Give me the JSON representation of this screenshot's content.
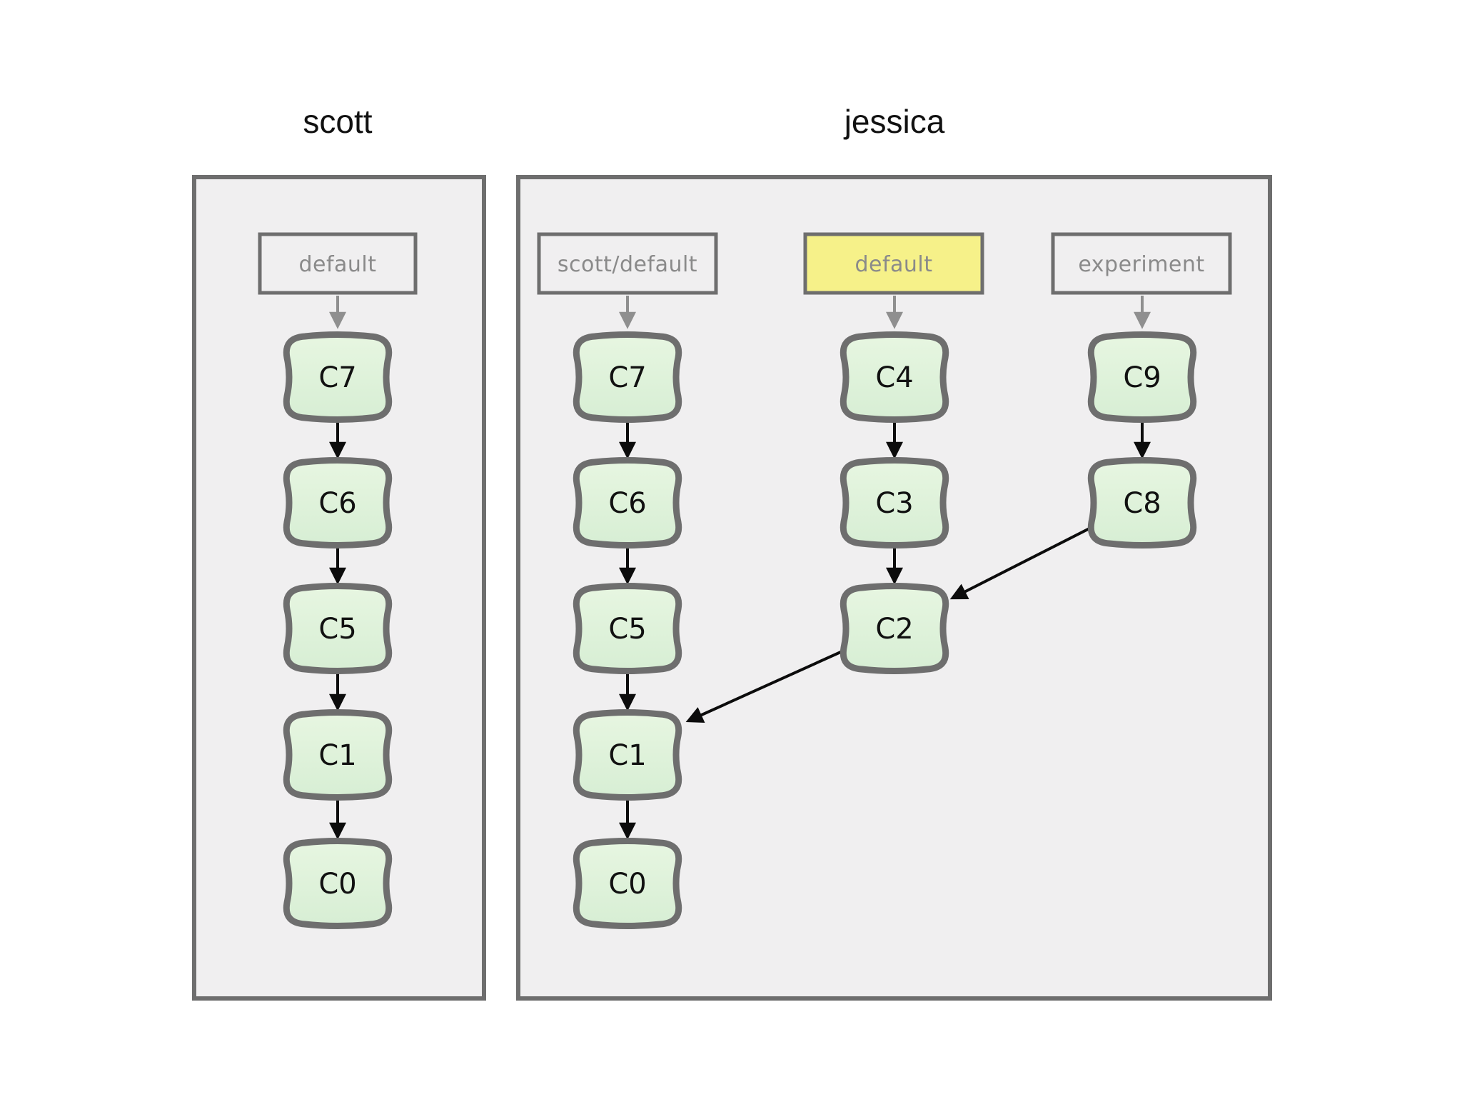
{
  "diagram": {
    "left_repo": {
      "title": "scott",
      "branch_labels": [
        "default"
      ],
      "commits": [
        "C7",
        "C6",
        "C5",
        "C1",
        "C0"
      ]
    },
    "right_repo": {
      "title": "jessica",
      "columns": [
        {
          "branch_label": "scott/default",
          "highlighted": false,
          "commits": [
            "C7",
            "C6",
            "C5",
            "C1",
            "C0"
          ]
        },
        {
          "branch_label": "default",
          "highlighted": true,
          "commits": [
            "C4",
            "C3",
            "C2"
          ]
        },
        {
          "branch_label": "experiment",
          "highlighted": false,
          "commits": [
            "C9",
            "C8"
          ]
        }
      ],
      "cross_edges": [
        {
          "from": "C8",
          "to": "C2"
        },
        {
          "from": "C2",
          "to": "C1"
        }
      ]
    },
    "colors": {
      "background": "#ffffff",
      "repo_box_fill": "#f0eff0",
      "repo_box_border": "#6e6e6e",
      "branch_box_fill": "#f0eff0",
      "branch_highlight_fill": "#f6f189",
      "branch_text": "#8a8a8a",
      "commit_fill": "#def2dc",
      "commit_border": "#6e6e6e",
      "commit_text": "#111111",
      "commit_arrow": "#0c0c0c",
      "branch_arrow": "#8f8f8f"
    }
  }
}
